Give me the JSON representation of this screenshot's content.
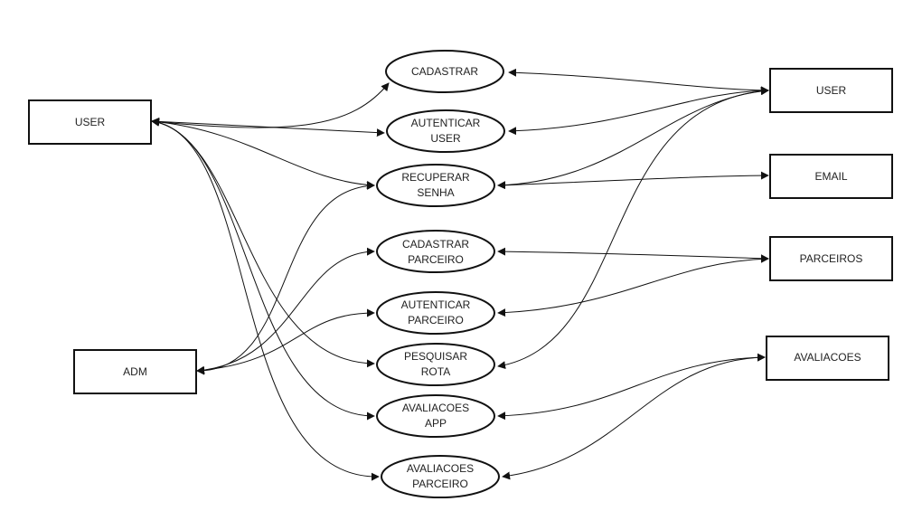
{
  "actors": {
    "user_left": {
      "label": "USER"
    },
    "adm": {
      "label": "ADM"
    },
    "user_right": {
      "label": "USER"
    },
    "email": {
      "label": "EMAIL"
    },
    "parceiros": {
      "label": "PARCEIROS"
    },
    "avaliacoes": {
      "label": "AVALIACOES"
    }
  },
  "use_cases": {
    "cadastrar": {
      "line1": "CADASTRAR",
      "line2": ""
    },
    "autenticar_user": {
      "line1": "AUTENTICAR",
      "line2": "USER"
    },
    "recuperar_senha": {
      "line1": "RECUPERAR",
      "line2": "SENHA"
    },
    "cadastrar_parceiro": {
      "line1": "CADASTRAR",
      "line2": "PARCEIRO"
    },
    "autenticar_parceiro": {
      "line1": "AUTENTICAR",
      "line2": "PARCEIRO"
    },
    "pesquisar_rota": {
      "line1": "PESQUISAR",
      "line2": "ROTA"
    },
    "avaliacoes_app": {
      "line1": "AVALIACOES",
      "line2": "APP"
    },
    "avaliacoes_parceiro": {
      "line1": "AVALIACOES",
      "line2": "PARCEIRO"
    }
  },
  "colors": {
    "stroke": "#111111",
    "background": "#ffffff",
    "text": "#222222"
  }
}
